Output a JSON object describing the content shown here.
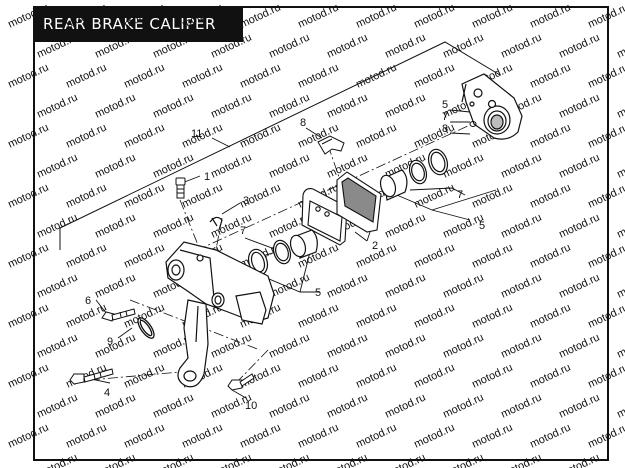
{
  "title": "REAR BRAKE CALIPER",
  "watermark": "motod.ru",
  "callouts": {
    "c1": "1",
    "c2": "2",
    "c3": "3",
    "c4": "4",
    "c5a": "5",
    "c5b": "5",
    "c5c": "5",
    "c6": "6",
    "c7a": "7",
    "c7b": "7",
    "c7c": "7",
    "c8a": "8",
    "c8b": "8",
    "c9": "9",
    "c10": "10",
    "c11": "11"
  },
  "colors": {
    "frame": "#111111",
    "title_bg": "#111111",
    "title_fg": "#ffffff",
    "watermark": "#dcdcdc"
  }
}
